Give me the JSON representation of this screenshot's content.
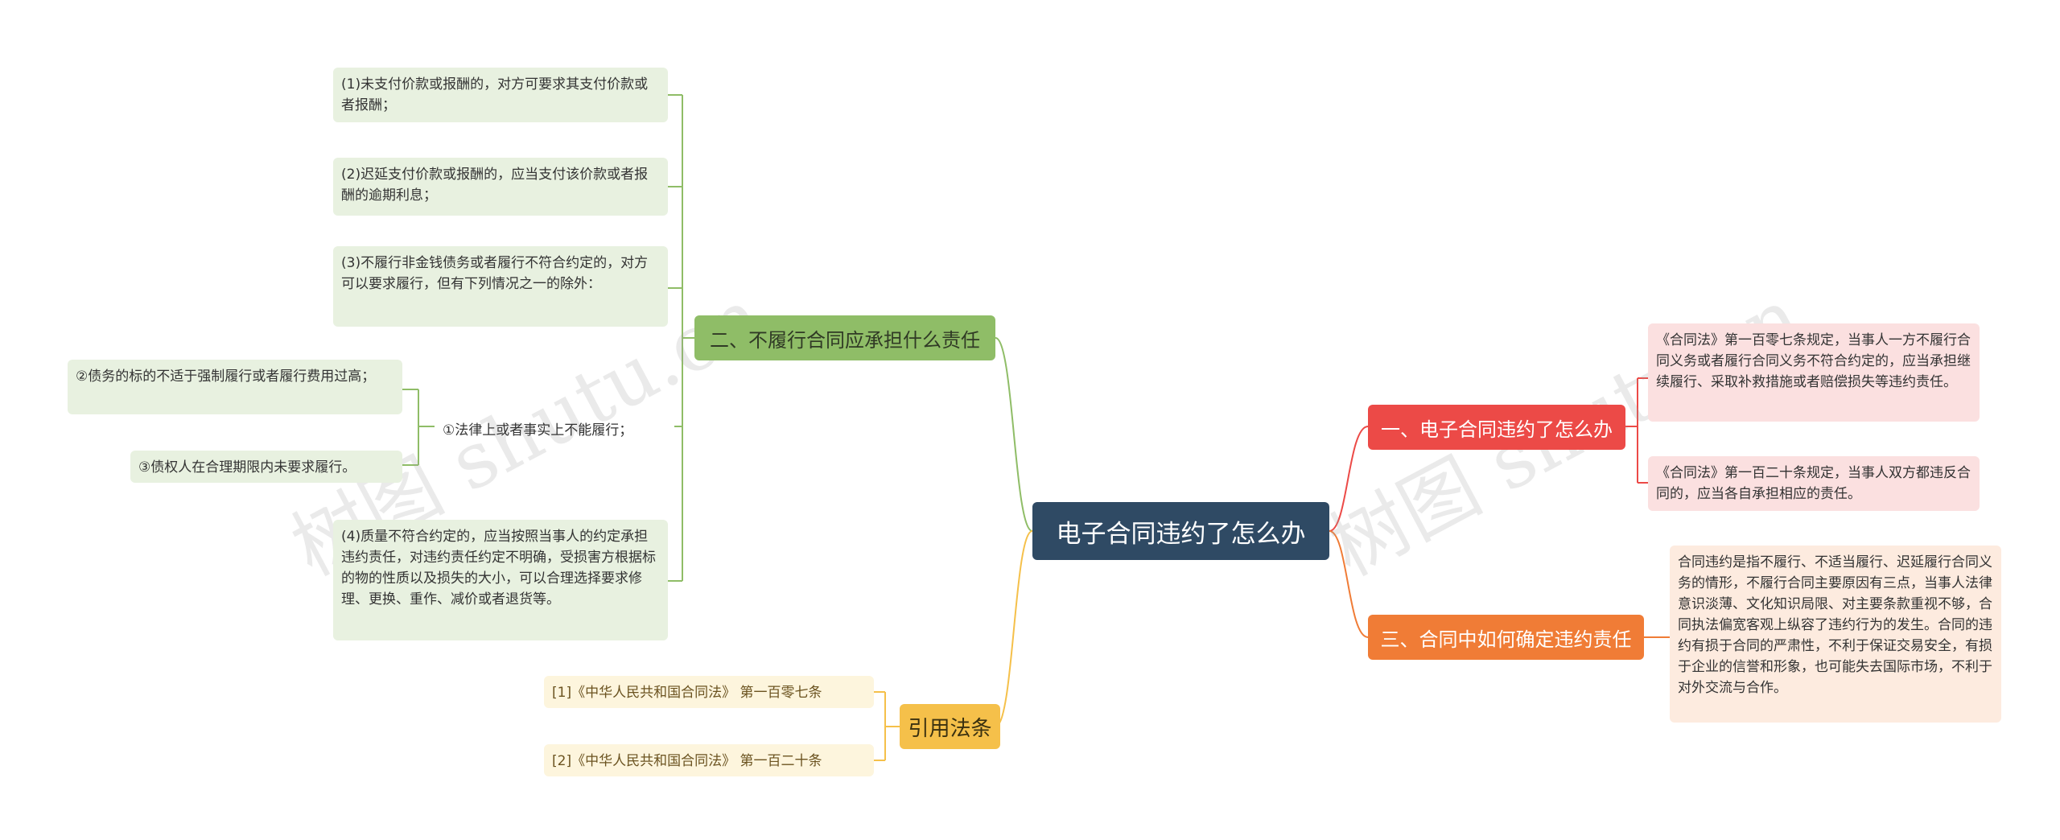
{
  "root": "电子合同违约了怎么办",
  "watermark": "树图 shutu.cn",
  "branches": {
    "b1": {
      "title": "一、电子合同违约了怎么办",
      "items": [
        "《合同法》第一百零七条规定，当事人一方不履行合同义务或者履行合同义务不符合约定的，应当承担继续履行、采取补救措施或者赔偿损失等违约责任。",
        "《合同法》第一百二十条规定，当事人双方都违反合同的，应当各自承担相应的责任。"
      ]
    },
    "b2": {
      "title": "二、不履行合同应承担什么责任",
      "items": [
        "(1)未支付价款或报酬的，对方可要求其支付价款或者报酬；",
        "(2)迟延支付价款或报酬的，应当支付该价款或者报酬的逾期利息；",
        "(3)不履行非金钱债务或者履行不符合约定的，对方可以要求履行，但有下列情况之一的除外：",
        "①法律上或者事实上不能履行；",
        "(4)质量不符合约定的，应当按照当事人的约定承担违约责任，对违约责任约定不明确，受损害方根据标的物的性质以及损失的大小，可以合理选择要求修理、更换、重作、减价或者退货等。"
      ],
      "sub": [
        "②债务的标的不适于强制履行或者履行费用过高；",
        "③债权人在合理期限内未要求履行。"
      ]
    },
    "b3": {
      "title": "三、合同中如何确定违约责任",
      "items": [
        "合同违约是指不履行、不适当履行、迟延履行合同义务的情形，不履行合同主要原因有三点，当事人法律意识淡薄、文化知识局限、对主要条款重视不够，合同执法偏宽客观上纵容了违约行为的发生。合同的违约有损于合同的严肃性，不利于保证交易安全，有损于企业的信誉和形象，也可能失去国际市场，不利于对外交流与合作。"
      ]
    },
    "b4": {
      "title": "引用法条",
      "items": [
        "[1]《中华人民共和国合同法》 第一百零七条",
        "[2]《中华人民共和国合同法》 第一百二十条"
      ]
    }
  },
  "colors": {
    "root": "#2f4a64",
    "green": "#8fbd67",
    "yellow": "#f5c04a",
    "red": "#ec4a47",
    "orange": "#f07c36"
  }
}
